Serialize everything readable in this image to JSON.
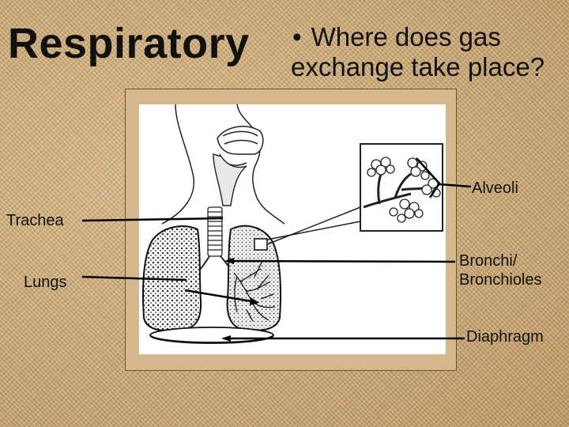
{
  "slide": {
    "title": "Respiratory",
    "question_bullet": "•",
    "question": "Where does gas exchange take place?"
  },
  "labels": {
    "trachea": "Trachea",
    "lungs": "Lungs",
    "alveoli": "Alveoli",
    "bronchi_line1": "Bronchi/",
    "bronchi_line2": "Bronchioles",
    "diaphragm": "Diaphragm"
  }
}
